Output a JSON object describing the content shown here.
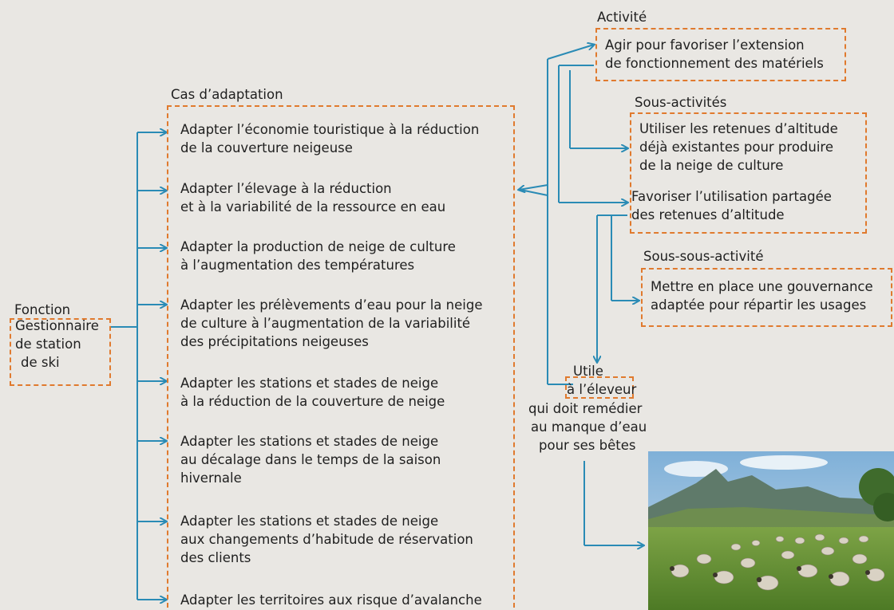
{
  "fonction": {
    "title": "Fonction",
    "lines": [
      "Gestionnaire",
      "de station",
      "de ski"
    ]
  },
  "cas": {
    "title": "Cas d’adaptation",
    "items": [
      [
        "Adapter l’économie touristique à la réduction",
        "de la couverture neigeuse"
      ],
      [
        "Adapter l’élevage à la réduction",
        "et à la variabilité de la ressource en eau"
      ],
      [
        "Adapter la production de neige de culture",
        "à l’augmentation des températures"
      ],
      [
        "Adapter les prélèvements d’eau pour la neige",
        "de culture à l’augmentation de la variabilité",
        "des précipitations neigeuses"
      ],
      [
        "Adapter les stations et stades de neige",
        "à la réduction de la couverture de neige"
      ],
      [
        "Adapter les stations et stades de neige",
        "au décalage dans le temps de la saison",
        "hivernale"
      ],
      [
        "Adapter les stations et stades de neige",
        "aux changements d’habitude de réservation",
        "des clients"
      ],
      [
        "Adapter les territoires aux risque d’avalanche"
      ]
    ]
  },
  "activite": {
    "title": "Activité",
    "lines": [
      "Agir pour favoriser l’extension",
      "de fonctionnement des matériels"
    ]
  },
  "sous_activites": {
    "title": "Sous-activités",
    "item1": [
      "Utiliser les retenues d’altitude",
      "déjà existantes pour produire",
      "de la neige de culture"
    ],
    "item2": [
      "Favoriser l’utilisation partagée",
      "des retenues d’altitude"
    ]
  },
  "sous_sous": {
    "title": "Sous-sous-activité",
    "lines": [
      "Mettre en place une gouvernance",
      "adaptée pour répartir les usages"
    ]
  },
  "utile": {
    "lines": [
      "Utile",
      "à l’éleveur",
      "qui doit remédier",
      "au manque d’eau",
      "pour ses bêtes"
    ]
  },
  "photo": {
    "subject": "sheep-grazing-mountain-photo"
  },
  "colors": {
    "dash": "#e07a2e",
    "arrow": "#2a8bb5",
    "background": "#e9e7e3"
  }
}
